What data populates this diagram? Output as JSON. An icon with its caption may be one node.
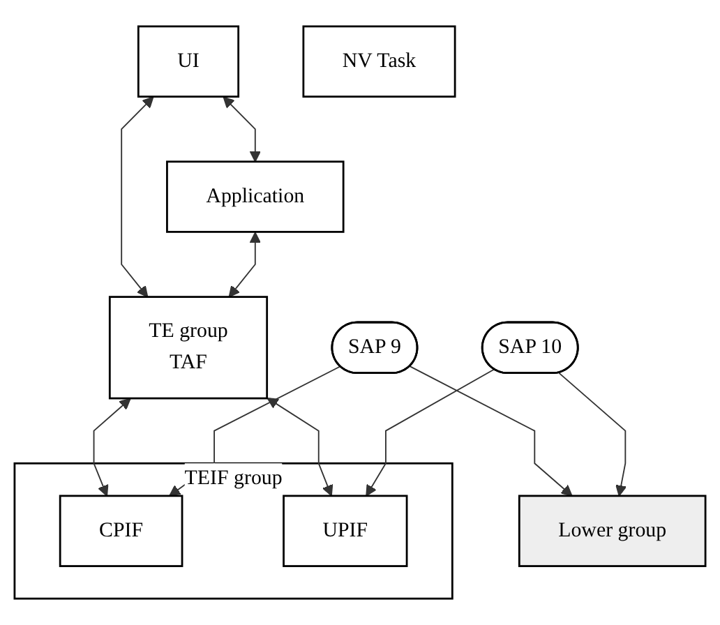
{
  "diagram": {
    "nodes": [
      {
        "text": [
          "UI"
        ]
      },
      {
        "text": [
          "Application"
        ]
      },
      {
        "text": [
          "TE group",
          "TAF"
        ]
      },
      {
        "text": [
          "NV Task"
        ]
      },
      {
        "text": [
          "TEIF group"
        ]
      },
      {
        "text": [
          "CPIF"
        ],
        "in": 4
      },
      {
        "text": [
          "UPIF"
        ],
        "in": 4
      },
      {
        "text": [
          "SAP 9"
        ]
      },
      {
        "text": [
          "SAP 10"
        ]
      },
      {
        "text": [
          "Lower group"
        ]
      }
    ],
    "edges": [
      {
        "from": 0,
        "to": 1,
        "arrow": "both"
      },
      {
        "from": 0,
        "to": 2,
        "arrow": "both"
      },
      {
        "from": 1,
        "to": 2,
        "arrow": "both"
      },
      {
        "from": 2,
        "to": 5,
        "arrow": "both"
      },
      {
        "from": 2,
        "to": 6,
        "arrow": "both"
      },
      {
        "from": 7,
        "to": 5,
        "arrow": "to"
      },
      {
        "from": 7,
        "to": 9,
        "arrow": "to"
      },
      {
        "from": 8,
        "to": 6,
        "arrow": "to"
      },
      {
        "from": 8,
        "to": 9,
        "arrow": "to"
      }
    ]
  }
}
